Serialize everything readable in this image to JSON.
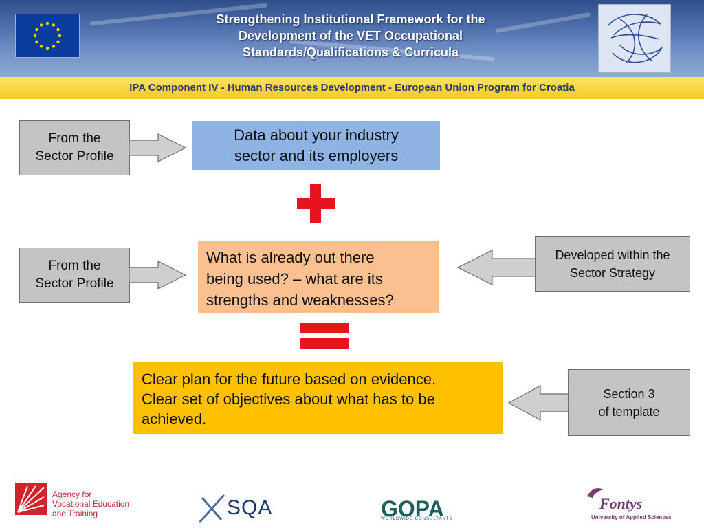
{
  "header": {
    "title_lines": [
      "Strengthening Institutional Framework for the",
      "Development of the VET Occupational",
      "Standards/Qualifications & Curricula"
    ],
    "program_bar": "IPA Component IV - Human Resources Development - European Union Program for Croatia"
  },
  "diagram": {
    "row1": {
      "source_label_lines": [
        "From the",
        "Sector Profile"
      ],
      "content_lines": [
        "Data about your industry",
        "sector and its employers"
      ]
    },
    "operator_plus": "plus",
    "row2": {
      "source_label_lines": [
        "From the",
        "Sector Profile"
      ],
      "content_lines": [
        "What is already out there",
        "being used? – what are its",
        "strengths and weaknesses?"
      ],
      "right_label_lines": [
        "Developed within the",
        "Sector Strategy"
      ]
    },
    "operator_equals": "equals",
    "result": {
      "content_lines": [
        "Clear plan for the future based on evidence.",
        "Clear set of objectives about what has to be",
        "achieved."
      ],
      "right_label_lines": [
        "Section 3",
        "of template"
      ]
    }
  },
  "footer": {
    "agency_lines": [
      "Agency for",
      "Vocational Education",
      "and Training"
    ],
    "sqa": "SQA",
    "gopa": "GOPA",
    "gopa_sub": "WORLDWIDE CONSULTANTS",
    "fontys": "Fontys",
    "fontys_sub": "University of Applied Sciences"
  },
  "colors": {
    "gray_box": "#c4c4c4",
    "blue_box": "#8fb4e3",
    "orange_box": "#fac090",
    "gold_box": "#ffc000",
    "operator_red": "#e8141c"
  }
}
